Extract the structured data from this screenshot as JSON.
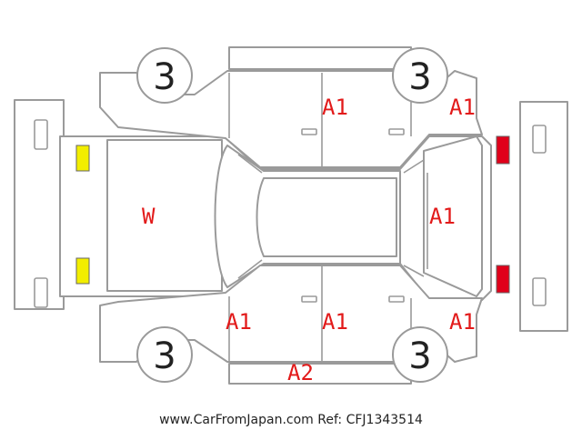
{
  "tyres": {
    "front_left": "3",
    "front_right": "3",
    "rear_left": "3",
    "rear_right": "3"
  },
  "grades": {
    "roof_upper": "A1",
    "rear_upper_corner": "A1",
    "front_window": "W",
    "rear_window": "A1",
    "lower_pillar": "A1",
    "lower_door": "A1",
    "rear_lower_corner": "A1",
    "lower_sill": "A2"
  },
  "lamps": {
    "front_color": "#f2ee00",
    "rear_color": "#e0001a"
  },
  "colors": {
    "outline": "#9a9a9a",
    "grade_text": "#e21a1a"
  },
  "footer": {
    "site": "www.CarFromJapan.com",
    "ref": "Ref: CFJ1343514"
  }
}
